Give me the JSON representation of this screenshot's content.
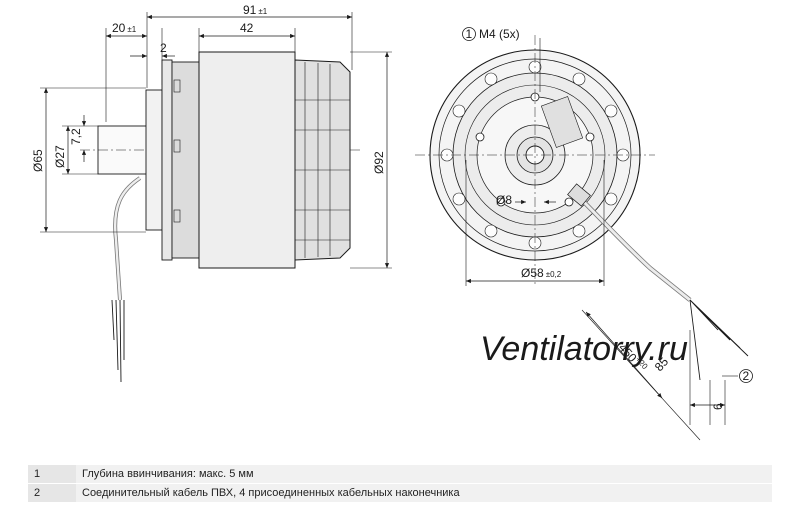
{
  "watermark": "Ventilatorry.ru",
  "side_view": {
    "dim_total_length": {
      "value": "91",
      "tol": "±1"
    },
    "dim_body_length": "42",
    "dim_flange_length": {
      "value": "20",
      "tol": "±1"
    },
    "dim_flange_step": "2",
    "dim_flange_dia": "Ø65",
    "dim_hub_dia": "Ø27",
    "dim_shaft_offset": "7,2",
    "dim_body_dia": "Ø92"
  },
  "front_view": {
    "callout_1": {
      "number": "1",
      "text": "M4 (5x)"
    },
    "dim_shaft_dia": "Ø8",
    "dim_bolt_circle": {
      "value": "Ø58",
      "tol": "±0,2"
    },
    "dim_cable_length": {
      "value": "450",
      "tol": "+20"
    },
    "dim_strip_length": "85",
    "dim_end_length": "6",
    "callout_2": {
      "number": "2"
    }
  },
  "notes": [
    {
      "number": "1",
      "text": "Глубина ввинчивания: макс. 5 мм"
    },
    {
      "number": "2",
      "text": "Соединительный кабель ПВХ, 4 присоединенных кабельных наконечника"
    }
  ]
}
